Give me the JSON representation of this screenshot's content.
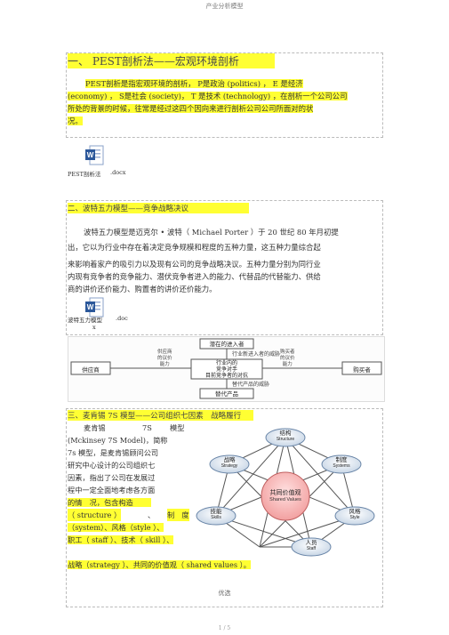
{
  "page_header": "产业分析模型",
  "page_footer_center": "优选",
  "page_number": "1 / 5",
  "pest": {
    "heading": "一、 PEST剖析法——宏观环境剖析",
    "line1": "PEST剖析是指宏观环境的剖析， P是政治 (politics) ， E 是经济",
    "line2": "(economy) ， S是社会 (society)， T 是技术 (technology) ，在剖析一个公司公司",
    "line3": "所处的背景的时候，往常是经过这四个因向来进行剖析公司公司所面对的状",
    "line4": "况。",
    "attachment_name": "PEST剖析法",
    "attachment_ext": ".docx"
  },
  "porter": {
    "heading": "二、波特五力模型——竞争战略决议",
    "line1": "波特五力模型是迈克尔 • 波特（ Michael Porter ）于 20 世纪 80 年月初提",
    "line2": "出，它以为行业中存在着决定竞争规模和程度的五种力量，这五种力量综合起",
    "line3": "来影响着家产的吸引力以及现有公司的竞争战略决议。五种力量分别为同行业",
    "line4": "内现有竞争者的竞争能力、潜伏竞争者进入的能力、代替品的代替能力、供给",
    "line5": "商的讲价还价能力、购置者的讲价还价能力。",
    "attachment_name": "波特五力模型",
    "attachment_ext": ".doc",
    "attachment_suffix": "x"
  },
  "porter_diagram": {
    "entrants": "潜在的进入者",
    "entrants_threat": "行业新进入者的威胁",
    "suppliers": "供应商",
    "supplier_power_1": "供应商",
    "supplier_power_2": "的议价",
    "supplier_power_3": "能力",
    "center_1": "行业内的",
    "center_2": "竞争对手",
    "center_3": "目前竞争者的对抗",
    "buyer_power_1": "购买者",
    "buyer_power_2": "的议价",
    "buyer_power_3": "能力",
    "buyers": "购买者",
    "substitutes_threat": "替代产品的威胁",
    "substitutes": "替代产品"
  },
  "mckinsey": {
    "heading": "三、麦肯锡 7S 模型——公司组织七因素　战略履行",
    "l1a": "麦肯锡",
    "l1b": "7S",
    "l1c": "模型",
    "l2": "(Mckinsey 7S Model)，简称",
    "l3": "7s 模型，是麦肯锡顾问公司",
    "l4": "研究中心设计的公司组织七",
    "l5": "因素，指出了公司在发展过",
    "l6": "程中一定全面地考虑各方面",
    "l7": "的情　况，包含构造",
    "l8a": "（ structure ）",
    "l8b": "、",
    "l8c": "制　度",
    "l9": "（system）、风格（style ）、",
    "l10": "职工（ staff ）、技术（ skill ）、",
    "l11": "战略（strategy ）、共同的价值观（ shared values ）。"
  },
  "seven_s": {
    "center_cn": "共同价值观",
    "center_en": "Shared Values",
    "structure_cn": "结构",
    "structure_en": "Structure",
    "systems_cn": "制度",
    "systems_en": "Systems",
    "style_cn": "风格",
    "style_en": "Style",
    "staff_cn": "人员",
    "staff_en": "Staff",
    "skills_cn": "技能",
    "skills_en": "Skills",
    "strategy_cn": "战略",
    "strategy_en": "Strategy"
  }
}
